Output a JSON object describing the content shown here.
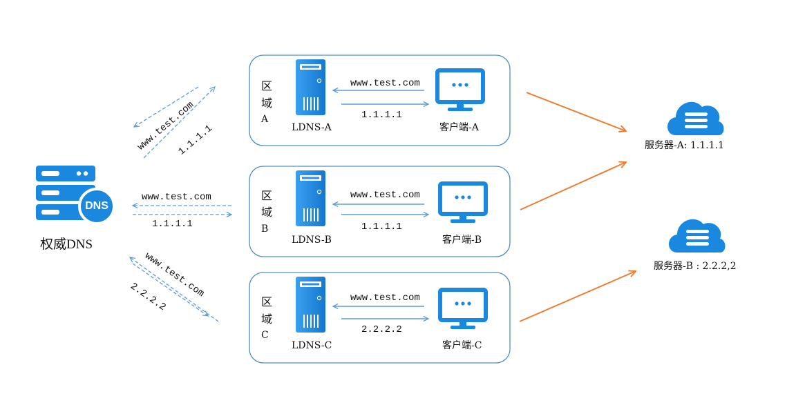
{
  "authoritative": {
    "label": "权威DNS",
    "badge": "DNS"
  },
  "query_domain": "www.test.com",
  "flows": {
    "a": {
      "query": "www.test.com",
      "answer": "1.1.1.1"
    },
    "b": {
      "query": "www.test.com",
      "answer": "1.1.1.1"
    },
    "c": {
      "query": "www.test.com",
      "answer": "2.2.2.2"
    }
  },
  "regions": [
    {
      "label": "区域A",
      "chars": [
        "区",
        "域",
        "A"
      ],
      "ldns": "LDNS-A",
      "client": "客户端-A",
      "query": "www.test.com",
      "answer": "1.1.1.1"
    },
    {
      "label": "区域B",
      "chars": [
        "区",
        "域",
        "B"
      ],
      "ldns": "LDNS-B",
      "client": "客户端-B",
      "query": "www.test.com",
      "answer": "1.1.1.1"
    },
    {
      "label": "区域C",
      "chars": [
        "区",
        "域",
        "C"
      ],
      "ldns": "LDNS-C",
      "client": "客户端-C",
      "query": "www.test.com",
      "answer": "2.2.2.2"
    }
  ],
  "servers": [
    {
      "label": "服务器-A: 1.1.1.1"
    },
    {
      "label": "服务器-B : 2.2.2,2"
    }
  ],
  "colors": {
    "primary_blue": "#1a88de",
    "arrow_blue": "#5b9bd5",
    "dashed_blue": "#5b9bd5",
    "orange": "#ed7d31",
    "panel_border": "#4a90c8"
  }
}
